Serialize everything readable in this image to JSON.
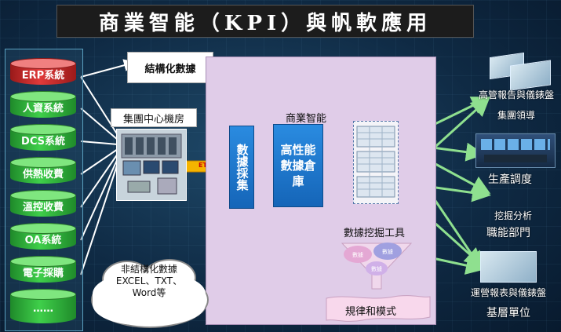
{
  "title": "商業智能（KPI）與帆軟應用",
  "databases": [
    "ERP系統",
    "人資系統",
    "DCS系統",
    "供熱收費",
    "溫控收費",
    "OA系統",
    "電子採購",
    "……"
  ],
  "structured_label": "結構化數據",
  "datacenter_label": "集團中心機房",
  "etl_label": "ETL",
  "bi_label": "商業智能",
  "collect_label": "數據採集",
  "warehouse_label": "高性能數據倉庫",
  "mining_label": "數據挖掘工具",
  "mining_segments": [
    "數據",
    "數據",
    "數據"
  ],
  "pattern_label": "規律和模式",
  "unstructured_label": "非結構化數據EXCEL、TXT、Word等",
  "outputs": [
    {
      "caption": "高管報告與儀錶盤",
      "role": "集團領導"
    },
    {
      "caption": "",
      "role": "生產調度"
    },
    {
      "caption": "挖掘分析",
      "role": "職能部門"
    },
    {
      "caption": "運營報表與儀錶盤",
      "role": "基層單位"
    }
  ],
  "colors": {
    "green": "#3fcf4a",
    "red": "#e03a3a",
    "panel": "#e0cce8",
    "blue": "#1e78d0",
    "arrow": "#6fd26f"
  }
}
